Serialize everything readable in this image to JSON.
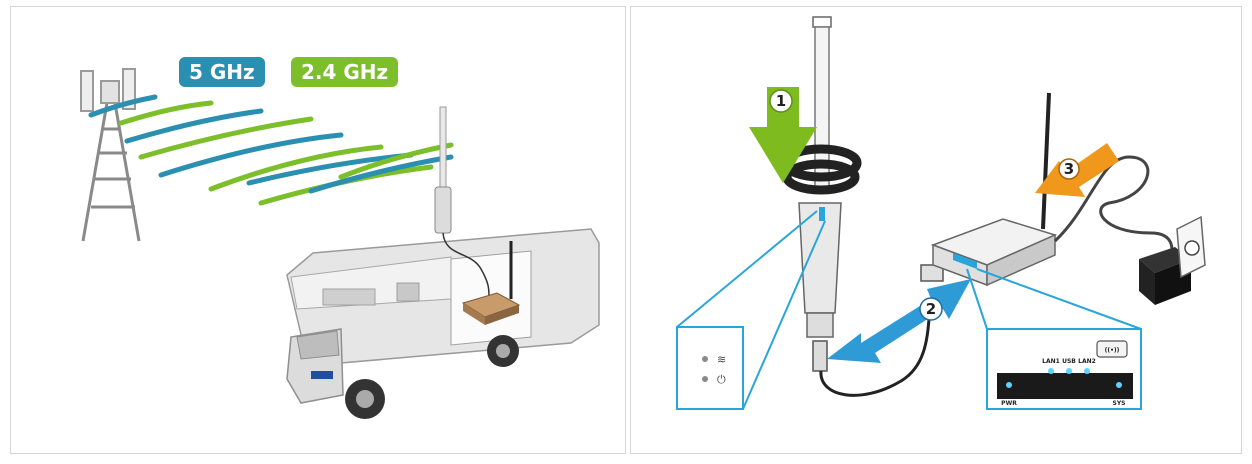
{
  "bands": {
    "band_5ghz": "5 GHz",
    "band_24ghz": "2.4 GHz"
  },
  "colors": {
    "band_5ghz": "#2a8fb0",
    "band_24ghz": "#7cbf2a",
    "install_arrow_1": "#7dbb1f",
    "cable_arrow_2": "#2f9bd6",
    "power_arrow_3": "#f0981c",
    "callout_line": "#29a6d9"
  },
  "steps": {
    "step_1": "1",
    "step_2": "2",
    "step_3": "3"
  },
  "router_leds": {
    "lan1": "LAN1",
    "usb": "USB",
    "lan2": "LAN2",
    "pwr": "PWR",
    "sys": "SYS"
  },
  "router_button": "((•))",
  "icons": [
    "cell-tower-icon",
    "rv-icon",
    "antenna-icon",
    "router-icon",
    "wifi-icon",
    "power-icon",
    "power-adapter-icon",
    "wall-outlet-icon",
    "usb-plug-icon"
  ]
}
